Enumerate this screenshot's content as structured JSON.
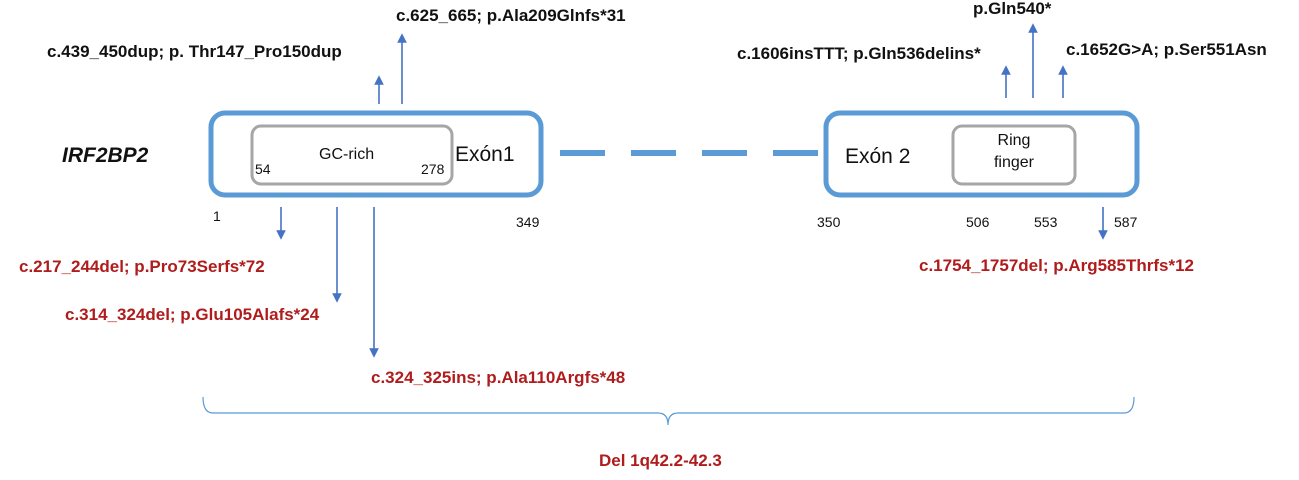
{
  "gene": "IRF2BP2",
  "exon1": {
    "label": "Exón1",
    "domain_label": "GC-rich",
    "domain_start": "54",
    "domain_end": "278",
    "start": "1",
    "end": "349"
  },
  "exon2": {
    "label": "Exón 2",
    "domain_label_line1": "Ring",
    "domain_label_line2": "finger",
    "start": "350",
    "pos_506": "506",
    "pos_553": "553",
    "end": "587"
  },
  "variants_above": [
    "c.439_450dup; p. Thr147_Pro150dup",
    "c.625_665; p.Ala209Glnfs*31",
    "c.1606insTTT; p.Gln536delins*",
    "p.Gln540*",
    "c.1652G>A; p.Ser551Asn"
  ],
  "variants_below": [
    "c.217_244del; p.Pro73Serfs*72",
    "c.314_324del; p.Glu105Alafs*24",
    "c.324_325ins; p.Ala110Argfs*48",
    "c.1754_1757del;  p.Arg585Thrfs*12"
  ],
  "deletion": "Del 1q42.2-42.3",
  "colors": {
    "exon_border": "#5b9bd5",
    "domain_border": "#a6a6a6",
    "arrow": "#4472c4",
    "benign_text": "#111111",
    "pathogenic_text": "#b01c1c"
  }
}
